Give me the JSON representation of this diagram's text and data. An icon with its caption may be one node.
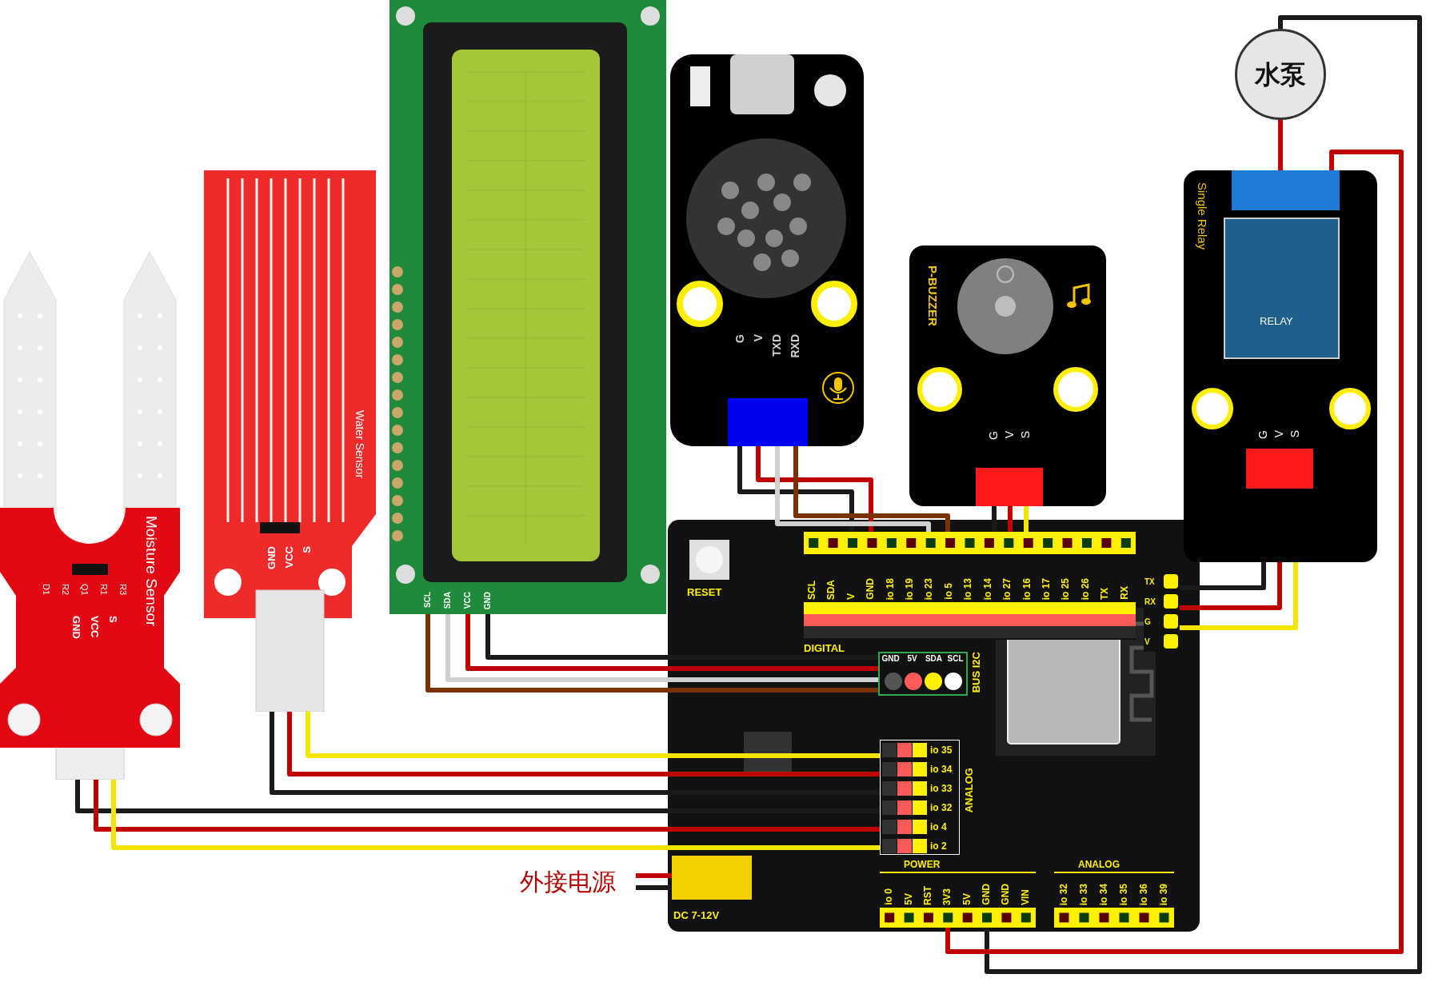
{
  "diagram": {
    "nodes": [
      {
        "text": [
          "Moisture Sensor",
          "D1",
          "R2",
          "Q1",
          "R1",
          "R3",
          "GND",
          "VCC",
          "S"
        ]
      },
      {
        "text": [
          "Water Sensor",
          "GND",
          "VCC",
          "S"
        ]
      },
      {
        "text": [
          "SCL",
          "SDA",
          "VCC",
          "GND"
        ]
      },
      {
        "text": [
          "G",
          "V",
          "TXD",
          "RXD"
        ]
      },
      {
        "text": [
          "P-BUZZER",
          "G",
          "V",
          "S"
        ]
      },
      {
        "text": [
          "Single Relay",
          "RELAY",
          "G",
          "V",
          "S"
        ]
      },
      {
        "text": [
          "水泵"
        ]
      },
      {
        "text": [],
        "shape": "box"
      },
      {
        "text": [
          "RESET"
        ],
        "in": 7
      },
      {
        "text": [
          "SCL",
          "SDA",
          "V",
          "GND",
          "io 18",
          "io 19",
          "io 23",
          "io 5",
          "io 13",
          "io 14",
          "io 27",
          "io 16",
          "io 17",
          "io 25",
          "io 26",
          "TX",
          "RX"
        ],
        "beside": [
          "DIGITAL"
        ],
        "in": 7
      },
      {
        "text": [
          "TX",
          "RX",
          "G",
          "V"
        ],
        "in": 7
      },
      {
        "text": [
          "GND",
          "5V",
          "SDA",
          "SCL"
        ],
        "beside": [
          "BUS I2C"
        ],
        "in": 7
      },
      {
        "text": [
          "io 35",
          "io 34",
          "io 33",
          "io 32",
          "io 4",
          "io 2"
        ],
        "beside": [
          "ANALOG"
        ],
        "in": 7
      },
      {
        "text": [
          "DC 7-12V"
        ],
        "in": 7
      },
      {
        "text": [
          "POWER",
          "io 0",
          "5V",
          "RST",
          "3V3",
          "5V",
          "GND",
          "GND",
          "VIN"
        ],
        "in": 7
      },
      {
        "text": [
          "ANALOG",
          "io 32",
          "io 33",
          "io 34",
          "io 35",
          "io 36",
          "io 39"
        ],
        "in": 7
      },
      {
        "text": [
          "外接电源"
        ]
      }
    ],
    "edges": [
      {
        "from": 1,
        "to": 12,
        "arrow": "none",
        "color": "#f2e600"
      },
      {
        "from": 1,
        "to": 12,
        "arrow": "none",
        "color": "#c00000"
      },
      {
        "from": 1,
        "to": 12,
        "arrow": "none",
        "color": "#1a1a1a"
      },
      {
        "from": 0,
        "to": 12,
        "arrow": "none",
        "color": "#1a1a1a"
      },
      {
        "from": 0,
        "to": 12,
        "arrow": "none",
        "color": "#c00000"
      },
      {
        "from": 0,
        "to": 12,
        "arrow": "none",
        "color": "#f2e600"
      },
      {
        "from": 2,
        "to": 11,
        "arrow": "none",
        "color": "#1a1a1a"
      },
      {
        "from": 2,
        "to": 11,
        "arrow": "none",
        "color": "#c00000"
      },
      {
        "from": 2,
        "to": 11,
        "arrow": "none",
        "color": "#d0d0d0"
      },
      {
        "from": 2,
        "to": 11,
        "arrow": "none",
        "color": "#7a3300"
      },
      {
        "from": 3,
        "to": 9,
        "arrow": "none",
        "color": "#1a1a1a"
      },
      {
        "from": 3,
        "to": 9,
        "arrow": "none",
        "color": "#c00000"
      },
      {
        "from": 3,
        "to": 9,
        "arrow": "none",
        "color": "#d0d0d0"
      },
      {
        "from": 3,
        "to": 9,
        "arrow": "none",
        "color": "#7a3300"
      },
      {
        "from": 4,
        "to": 9,
        "arrow": "none",
        "color": "#1a1a1a"
      },
      {
        "from": 4,
        "to": 9,
        "arrow": "none",
        "color": "#c00000"
      },
      {
        "from": 4,
        "to": 9,
        "arrow": "none",
        "color": "#f2e600"
      },
      {
        "from": 5,
        "to": 10,
        "arrow": "none",
        "color": "#1a1a1a"
      },
      {
        "from": 5,
        "to": 10,
        "arrow": "none",
        "color": "#c00000"
      },
      {
        "from": 5,
        "to": 10,
        "arrow": "none",
        "color": "#f2e600"
      },
      {
        "from": 6,
        "to": 5,
        "arrow": "none",
        "color": "#c00000"
      },
      {
        "from": 6,
        "to": 14,
        "arrow": "none",
        "color": "#1a1a1a"
      },
      {
        "from": 5,
        "to": 14,
        "arrow": "none",
        "color": "#c00000"
      },
      {
        "from": 16,
        "to": 13,
        "arrow": "none",
        "color": "#c00000"
      },
      {
        "from": 16,
        "to": 13,
        "arrow": "none",
        "color": "#1a1a1a"
      }
    ]
  }
}
